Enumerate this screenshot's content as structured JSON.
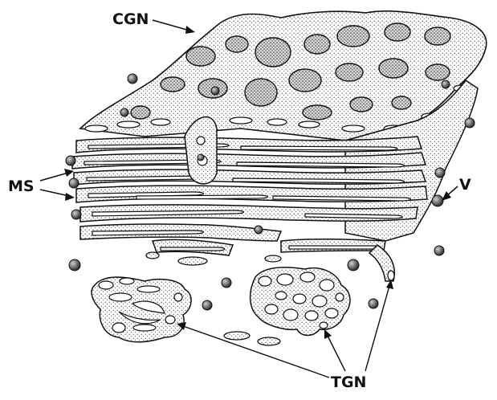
{
  "labels": {
    "cgn": "CGN",
    "ms": "MS",
    "v": "V",
    "tgn": "TGN"
  },
  "colors": {
    "ink": "#111111",
    "stipple": "#7a7a7a",
    "background": "#ffffff"
  }
}
